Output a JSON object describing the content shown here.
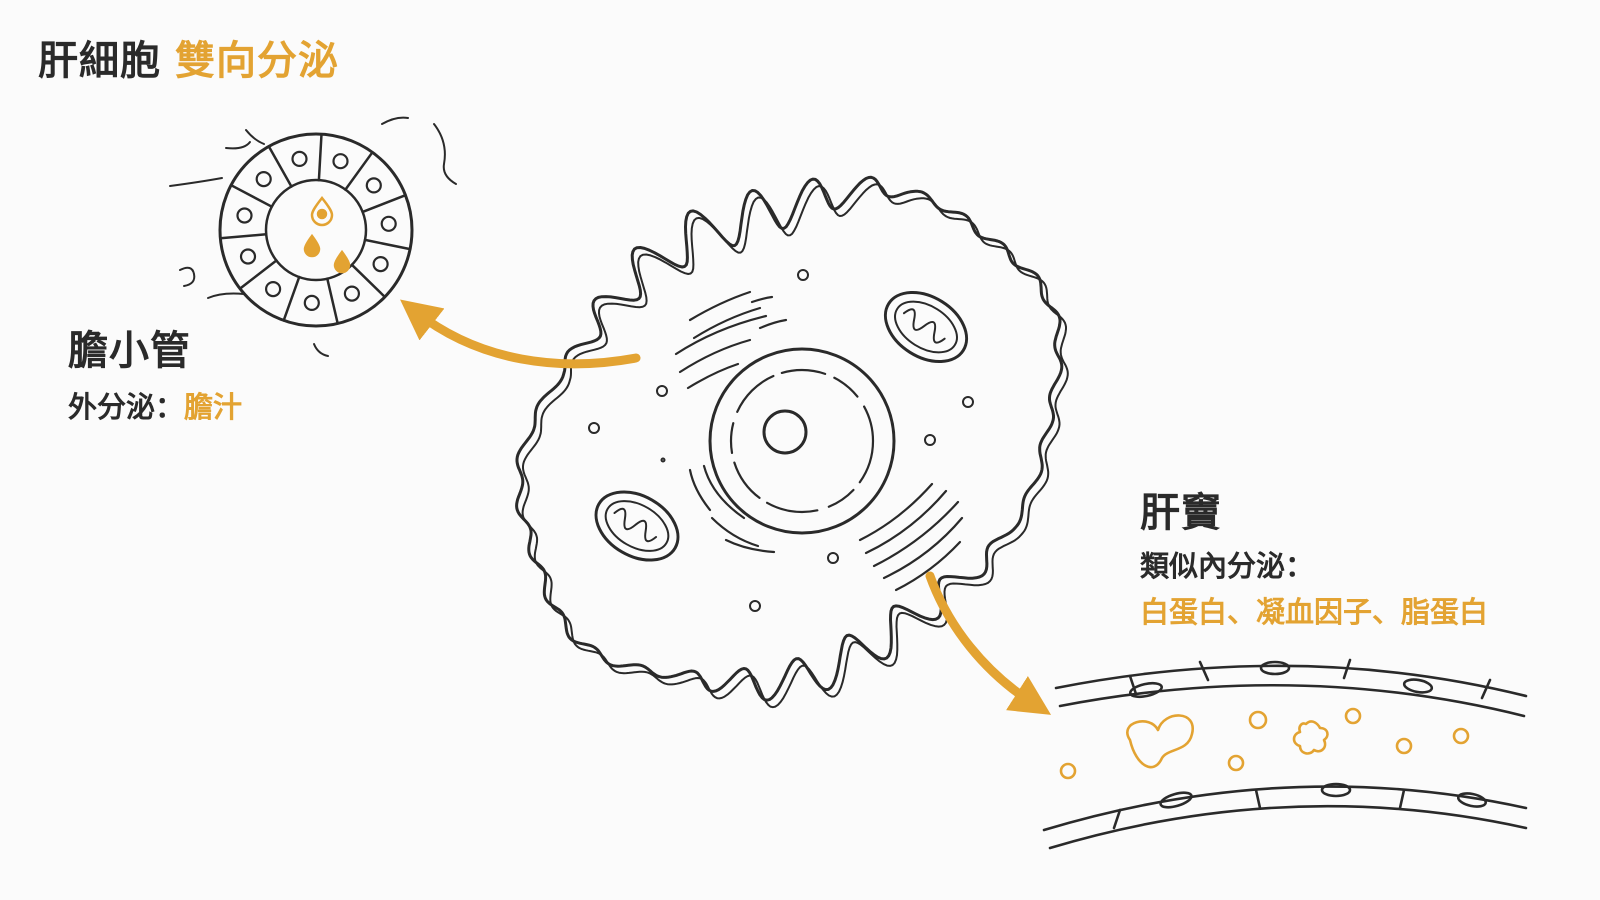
{
  "title": {
    "main": "肝細胞",
    "accent": "雙向分泌"
  },
  "bile_canaliculus": {
    "heading": "膽小管",
    "secretion_type": "外分泌：",
    "product": "膽汁"
  },
  "sinusoid": {
    "heading": "肝竇",
    "secretion_type": "類似內分泌：",
    "products": "白蛋白、凝血因子、脂蛋白"
  },
  "colors": {
    "ink": "#2a2a2a",
    "accent": "#e3a332",
    "background": "#fbfbfb"
  }
}
